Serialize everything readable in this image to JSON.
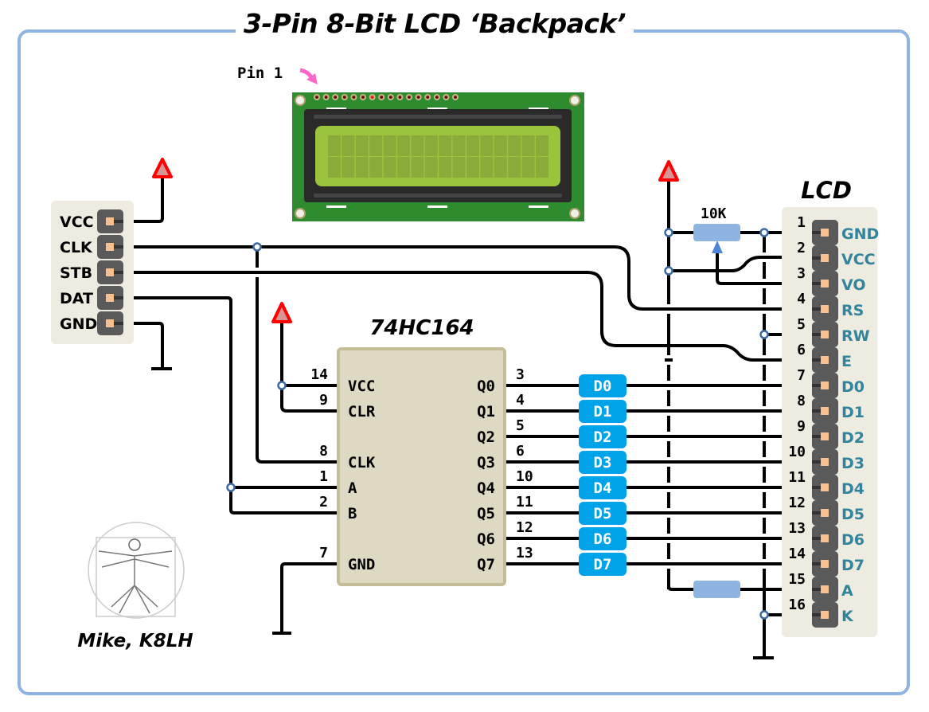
{
  "title": "3-Pin 8-Bit LCD ‘Backpack’",
  "pin1_label": "Pin 1",
  "colors": {
    "frame": "#8fb4e3",
    "header_bg": "#eeebe1",
    "header_pin": "#5a5a5a",
    "pin_pad": "#f7c08e",
    "chip_fill": "#ddd9c3",
    "chip_border": "#c4bd97",
    "bus_label": "#00a2e8",
    "lcd_pin_name": "#31849b",
    "vcc_symbol": "#ff0000",
    "resistor": "#8eb4e3",
    "junction": "#3e6aa0",
    "lcd_pcb": "#2e8b2e",
    "lcd_screen": "#9bc33b"
  },
  "connector": {
    "pins": [
      "VCC",
      "CLK",
      "STB",
      "DAT",
      "GND"
    ]
  },
  "chip": {
    "name": "74HC164",
    "left_pins": [
      {
        "num": "14",
        "name": "VCC"
      },
      {
        "num": "9",
        "name": "CLR"
      },
      {
        "num": "8",
        "name": "CLK"
      },
      {
        "num": "1",
        "name": "A"
      },
      {
        "num": "2",
        "name": "B"
      },
      {
        "num": "7",
        "name": "GND"
      }
    ],
    "right_pins": [
      {
        "num": "3",
        "name": "Q0"
      },
      {
        "num": "4",
        "name": "Q1"
      },
      {
        "num": "5",
        "name": "Q2"
      },
      {
        "num": "6",
        "name": "Q3"
      },
      {
        "num": "10",
        "name": "Q4"
      },
      {
        "num": "11",
        "name": "Q5"
      },
      {
        "num": "12",
        "name": "Q6"
      },
      {
        "num": "13",
        "name": "Q7"
      }
    ]
  },
  "bus_labels": [
    "D0",
    "D1",
    "D2",
    "D3",
    "D4",
    "D5",
    "D6",
    "D7"
  ],
  "potentiometer": {
    "label": "10K"
  },
  "lcd_header": {
    "title": "LCD",
    "pins": [
      {
        "num": "1",
        "name": "GND"
      },
      {
        "num": "2",
        "name": "VCC"
      },
      {
        "num": "3",
        "name": "VO"
      },
      {
        "num": "4",
        "name": "RS"
      },
      {
        "num": "5",
        "name": "RW"
      },
      {
        "num": "6",
        "name": "E"
      },
      {
        "num": "7",
        "name": "D0"
      },
      {
        "num": "8",
        "name": "D1"
      },
      {
        "num": "9",
        "name": "D2"
      },
      {
        "num": "10",
        "name": "D3"
      },
      {
        "num": "11",
        "name": "D4"
      },
      {
        "num": "12",
        "name": "D5"
      },
      {
        "num": "13",
        "name": "D6"
      },
      {
        "num": "14",
        "name": "D7"
      },
      {
        "num": "15",
        "name": "A"
      },
      {
        "num": "16",
        "name": "K"
      }
    ]
  },
  "author": "Mike, K8LH"
}
